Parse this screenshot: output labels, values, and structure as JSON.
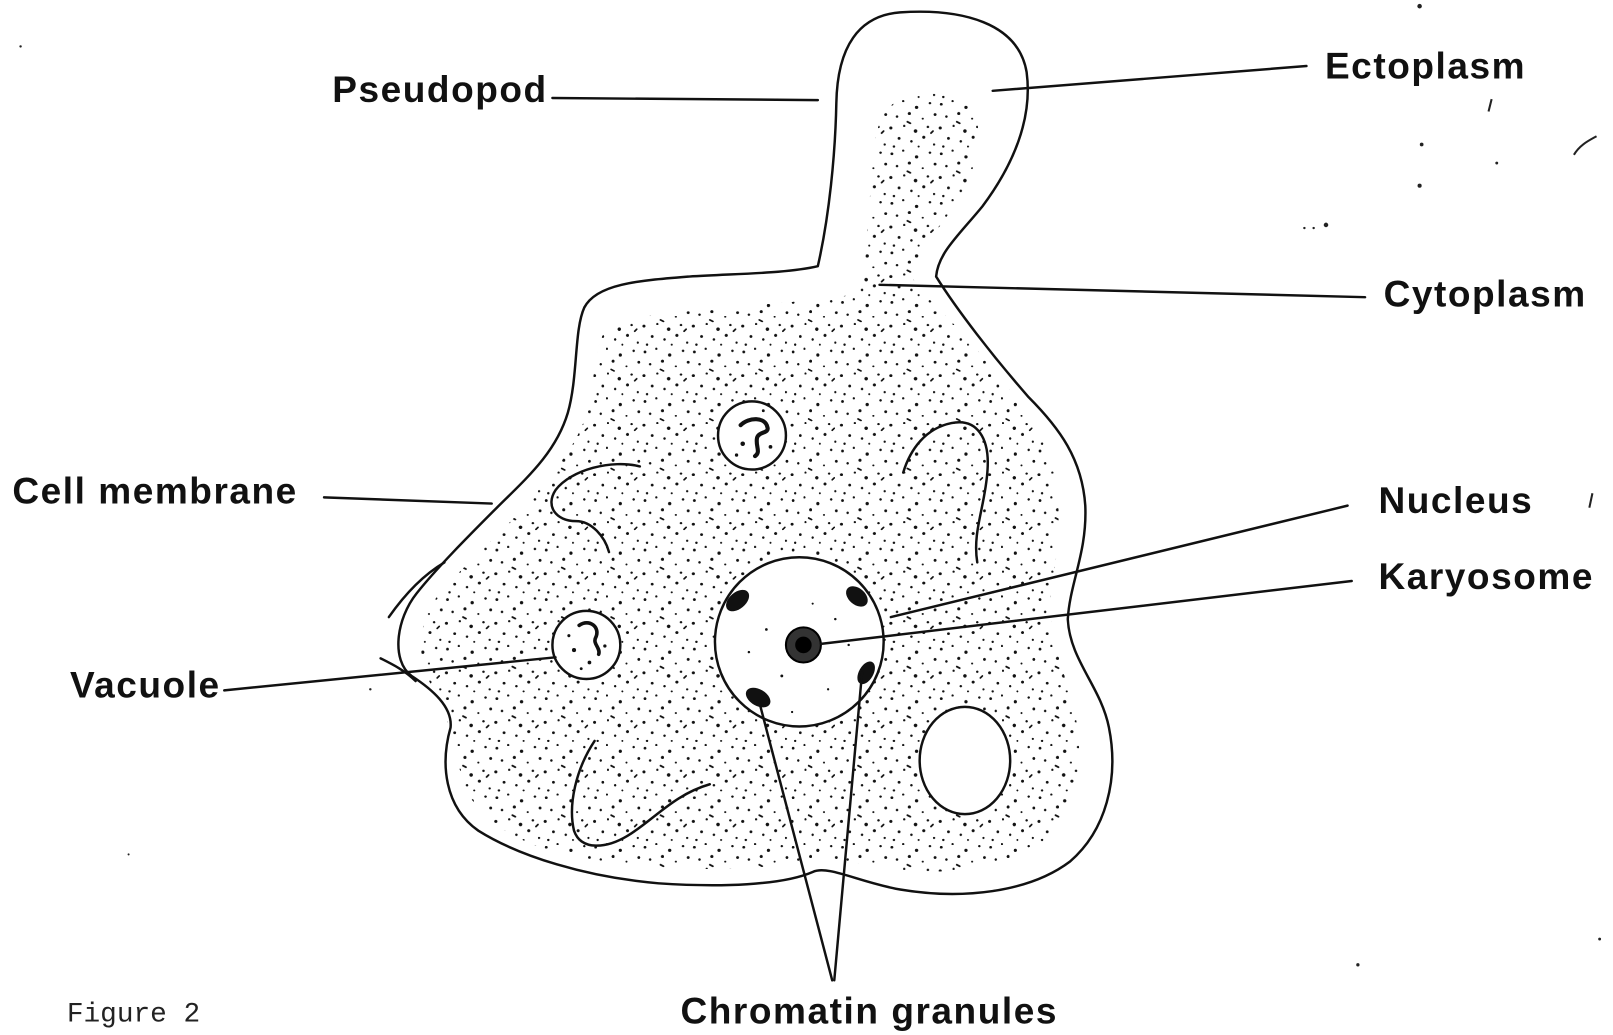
{
  "figure": {
    "caption": "Figure 2"
  },
  "labels": {
    "pseudopod": "Pseudopod",
    "ectoplasm": "Ectoplasm",
    "cytoplasm": "Cytoplasm",
    "cell_membrane": "Cell membrane",
    "nucleus": "Nucleus",
    "karyosome": "Karyosome",
    "vacuole": "Vacuole",
    "chromatin_granules": "Chromatin granules"
  },
  "colors": {
    "ink": "#111111",
    "paper": "#ffffff"
  }
}
